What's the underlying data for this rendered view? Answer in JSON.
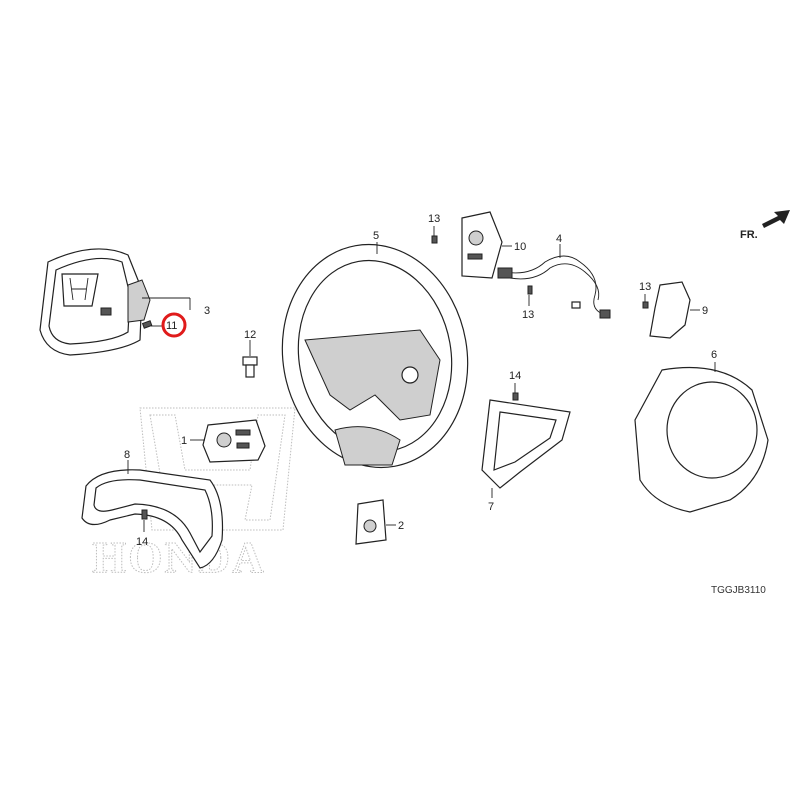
{
  "diagram": {
    "reference_code": "TGGJB3110",
    "direction_label": "FR.",
    "watermark_text": "HONDA",
    "highlighted_callout": "11",
    "callouts": {
      "c1": "1",
      "c2": "2",
      "c3": "3",
      "c4": "4",
      "c5": "5",
      "c6": "6",
      "c7": "7",
      "c8": "8",
      "c9": "9",
      "c10": "10",
      "c11": "11",
      "c12": "12",
      "c13a": "13",
      "c13b": "13",
      "c13c": "13",
      "c14a": "14",
      "c14b": "14"
    },
    "colors": {
      "highlight": "#e01b1b",
      "line": "#222222",
      "watermark": "#bdbdbd"
    }
  }
}
